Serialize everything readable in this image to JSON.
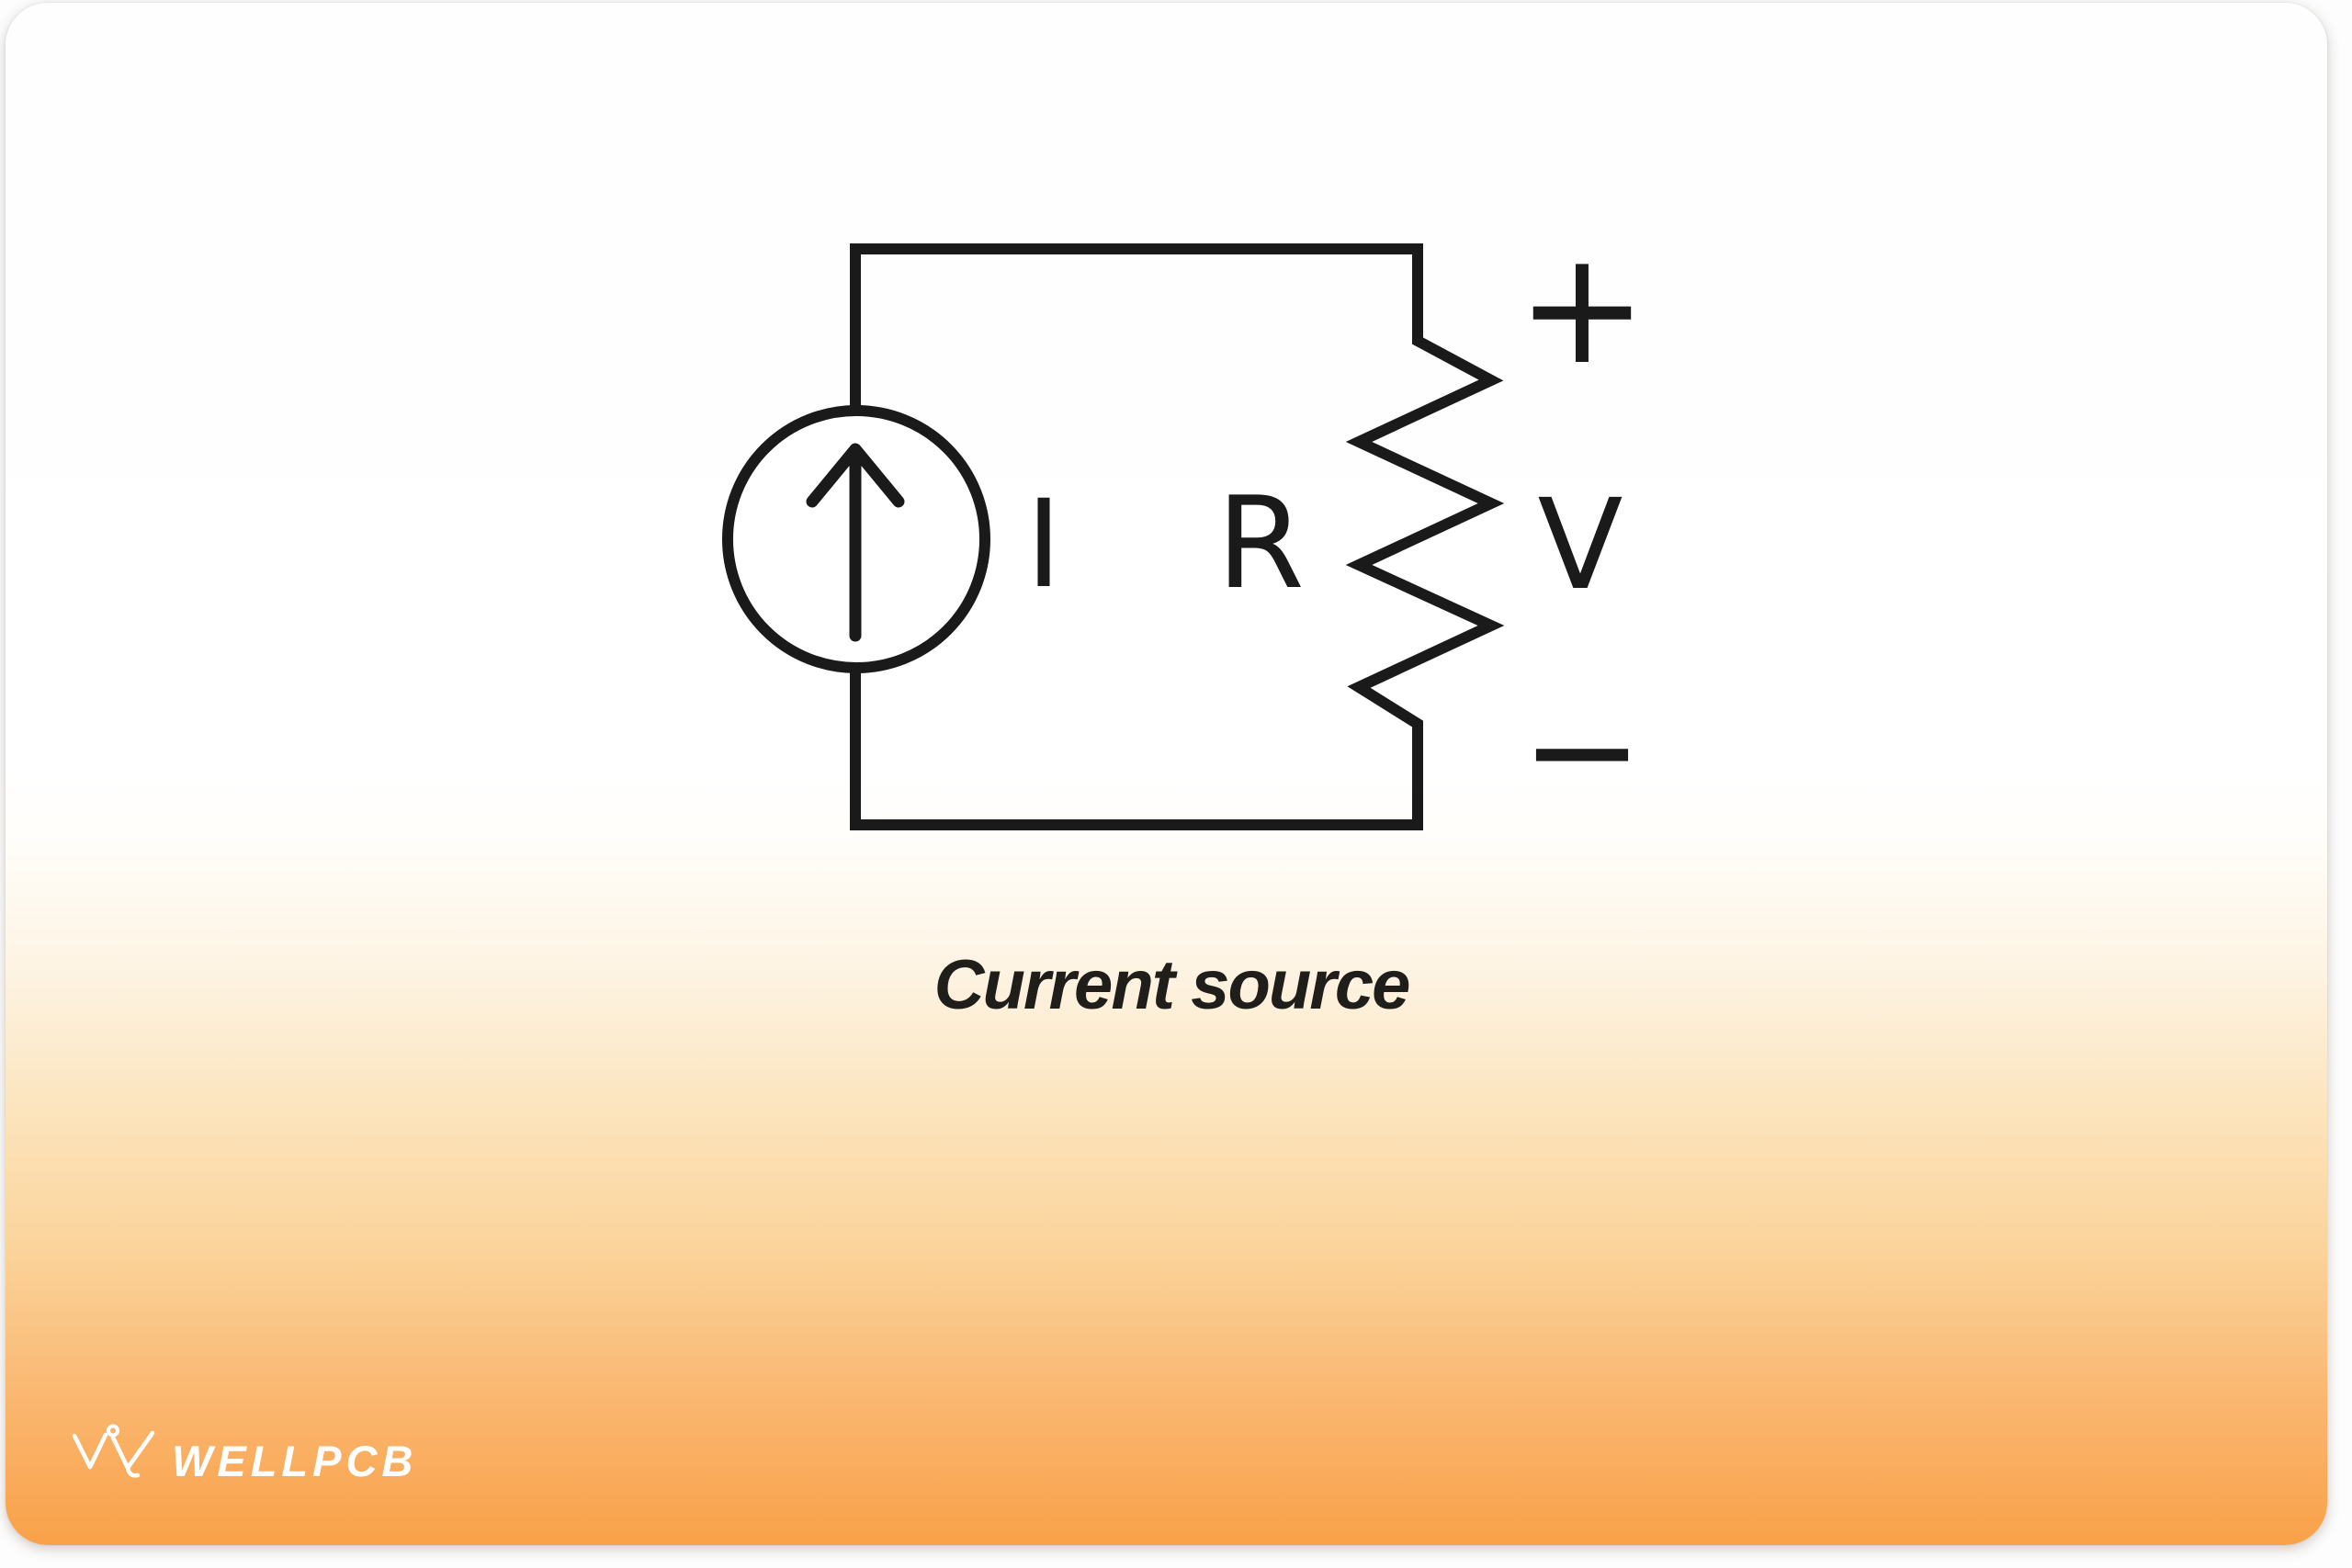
{
  "colors": {
    "line": "#1a1a1a",
    "caption_text": "#201e1b",
    "card_gradient_top": "#ffffff",
    "card_gradient_bottom": "#f9a149",
    "page_background": "#ffffff",
    "logo_text": "#ffffff"
  },
  "diagram": {
    "caption": "Current source",
    "labels": {
      "current": "I",
      "resistance": "R",
      "voltage": "V",
      "polarity_plus": "+",
      "polarity_minus": "−"
    }
  },
  "footer": {
    "brand": "WELLPCB",
    "logo_icon": "wellpcb-w-icon"
  }
}
